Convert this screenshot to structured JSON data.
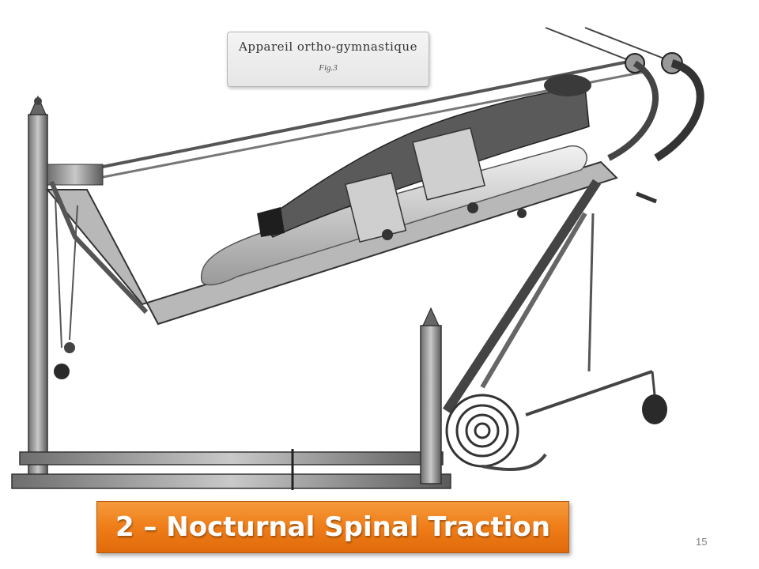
{
  "figure": {
    "caption_title": "Appareil ortho-gymnastique",
    "caption_fig": "Fig.3",
    "image_name": "orthopedic-traction-bed-engraving"
  },
  "slide": {
    "title": "2 – Nocturnal Spinal Traction",
    "page_number": "15",
    "accent_color": "#ef7d18"
  }
}
